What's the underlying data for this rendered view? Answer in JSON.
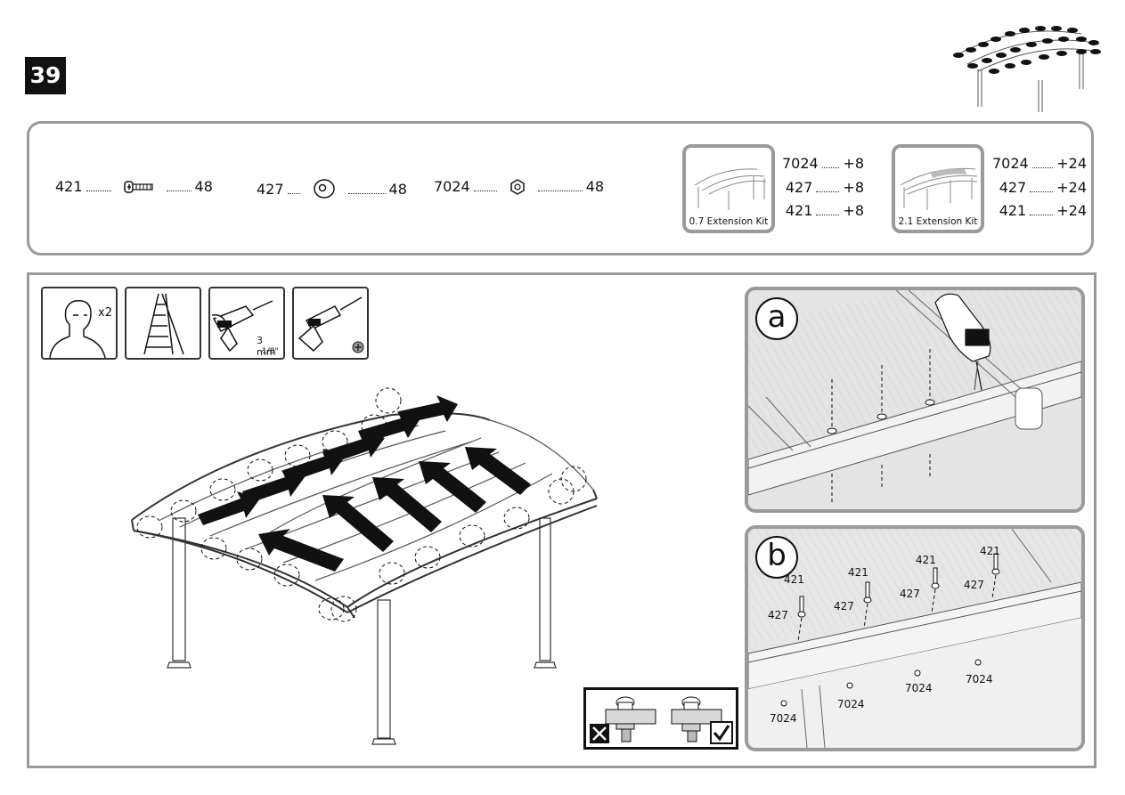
{
  "step": {
    "number": "39"
  },
  "parts": [
    {
      "code": "421",
      "qty": "48",
      "icon": "bolt-icon"
    },
    {
      "code": "427",
      "qty": "48",
      "icon": "washer-icon"
    },
    {
      "code": "7024",
      "qty": "48",
      "icon": "nut-icon"
    }
  ],
  "kits": [
    {
      "label": "0.7 Extension Kit",
      "lines": [
        {
          "code": "7024",
          "qty": "+8"
        },
        {
          "code": "427",
          "qty": "+8"
        },
        {
          "code": "421",
          "qty": "+8"
        }
      ]
    },
    {
      "label": "2.1 Extension Kit",
      "lines": [
        {
          "code": "7024",
          "qty": "+24"
        },
        {
          "code": "427",
          "qty": "+24"
        },
        {
          "code": "421",
          "qty": "+24"
        }
      ]
    }
  ],
  "tools": {
    "persons": {
      "label": "x2",
      "icon": "two-persons-icon"
    },
    "ladder": {
      "icon": "ladder-icon"
    },
    "drill": {
      "icon": "drill-icon",
      "size_mm": "3 mm",
      "size_in": "1/8\""
    },
    "screwdriver": {
      "icon": "power-screwdriver-icon",
      "bit": "phillips-bit-icon"
    }
  },
  "details": {
    "a": {
      "letter": "a"
    },
    "b": {
      "letter": "b",
      "callouts": {
        "bolt": "421",
        "washer": "427",
        "nut": "7024"
      }
    }
  },
  "compare": {
    "wrong_icon": "cross-icon",
    "right_icon": "check-icon"
  }
}
